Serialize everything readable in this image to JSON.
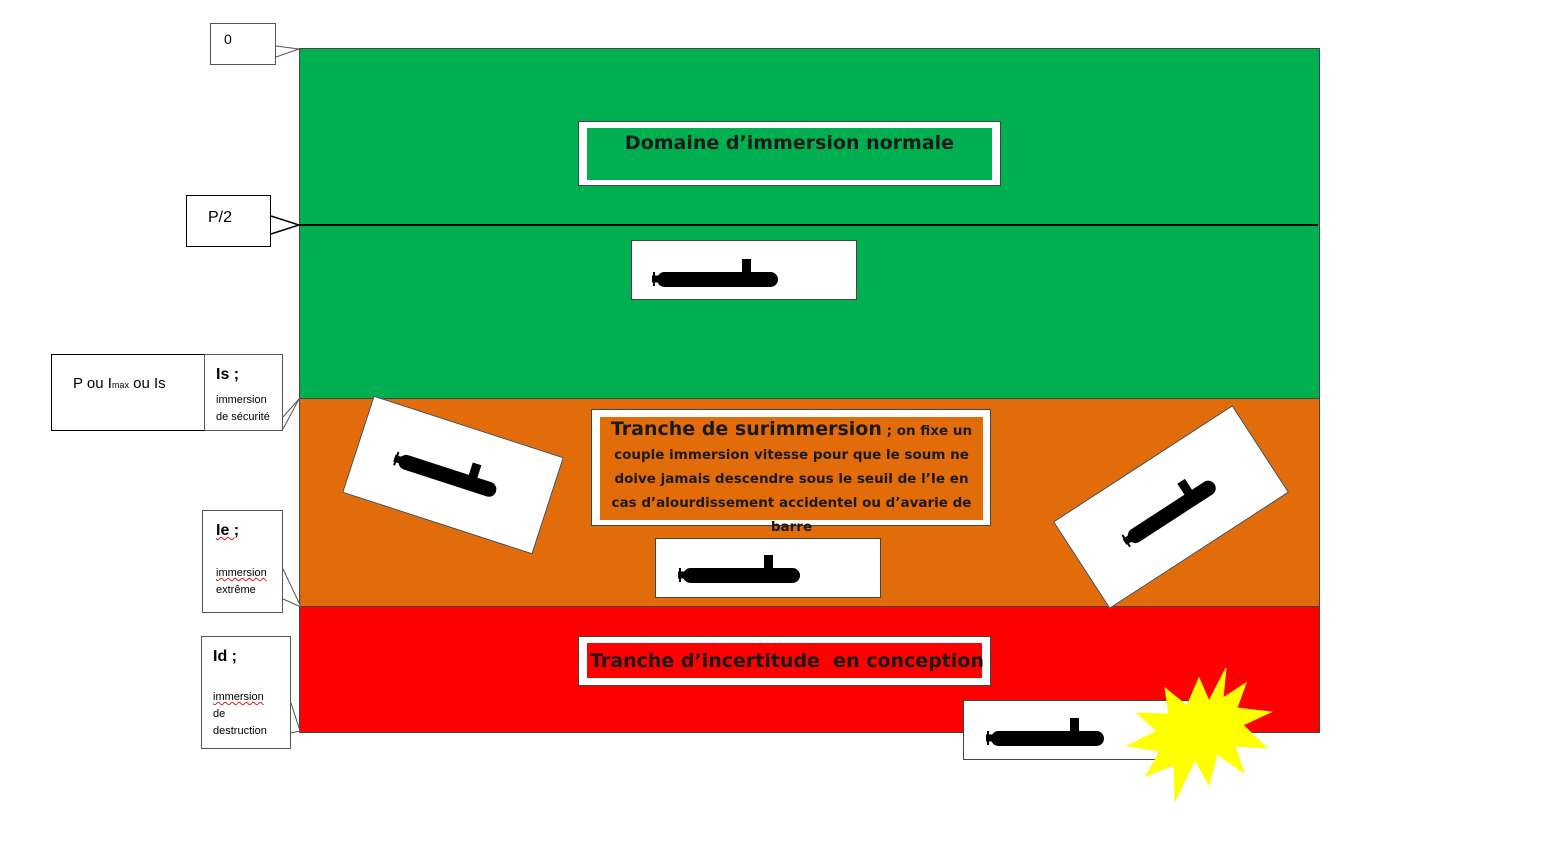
{
  "zones": {
    "normal": {
      "color": "#00b050",
      "title": "Domaine d’immersion normale"
    },
    "surimmersion": {
      "color": "#e36c0a",
      "title": "Tranche de surimmersion",
      "description": "; on fixe un couple immersion vitesse pour que le soum ne doive jamais descendre sous le seuil de l’Ie en cas d’alourdissement accidentel ou d’avarie de barre"
    },
    "incertitude": {
      "color": "#ff0000",
      "title": "Tranche d’incertitude  en conception"
    }
  },
  "depth_labels": {
    "zero": "0",
    "half": "P/2",
    "p_label": {
      "p": "P ou ",
      "i": "I",
      "max": "max",
      "ou": " ou ",
      "is": "Is"
    },
    "is": {
      "title": "Is ;",
      "line1": "immersion",
      "line2": "de sécurité"
    },
    "ie": {
      "title": "Ie ;",
      "line1": "immersion",
      "line2": "extrême"
    },
    "id": {
      "title": "Id ;",
      "line1": "immersion",
      "line2": "de",
      "line3": "destruction"
    }
  },
  "icons": [
    "submarine-icon",
    "explosion-icon"
  ],
  "colors": {
    "explosion": "#ffff00",
    "submarine": "#000000"
  }
}
